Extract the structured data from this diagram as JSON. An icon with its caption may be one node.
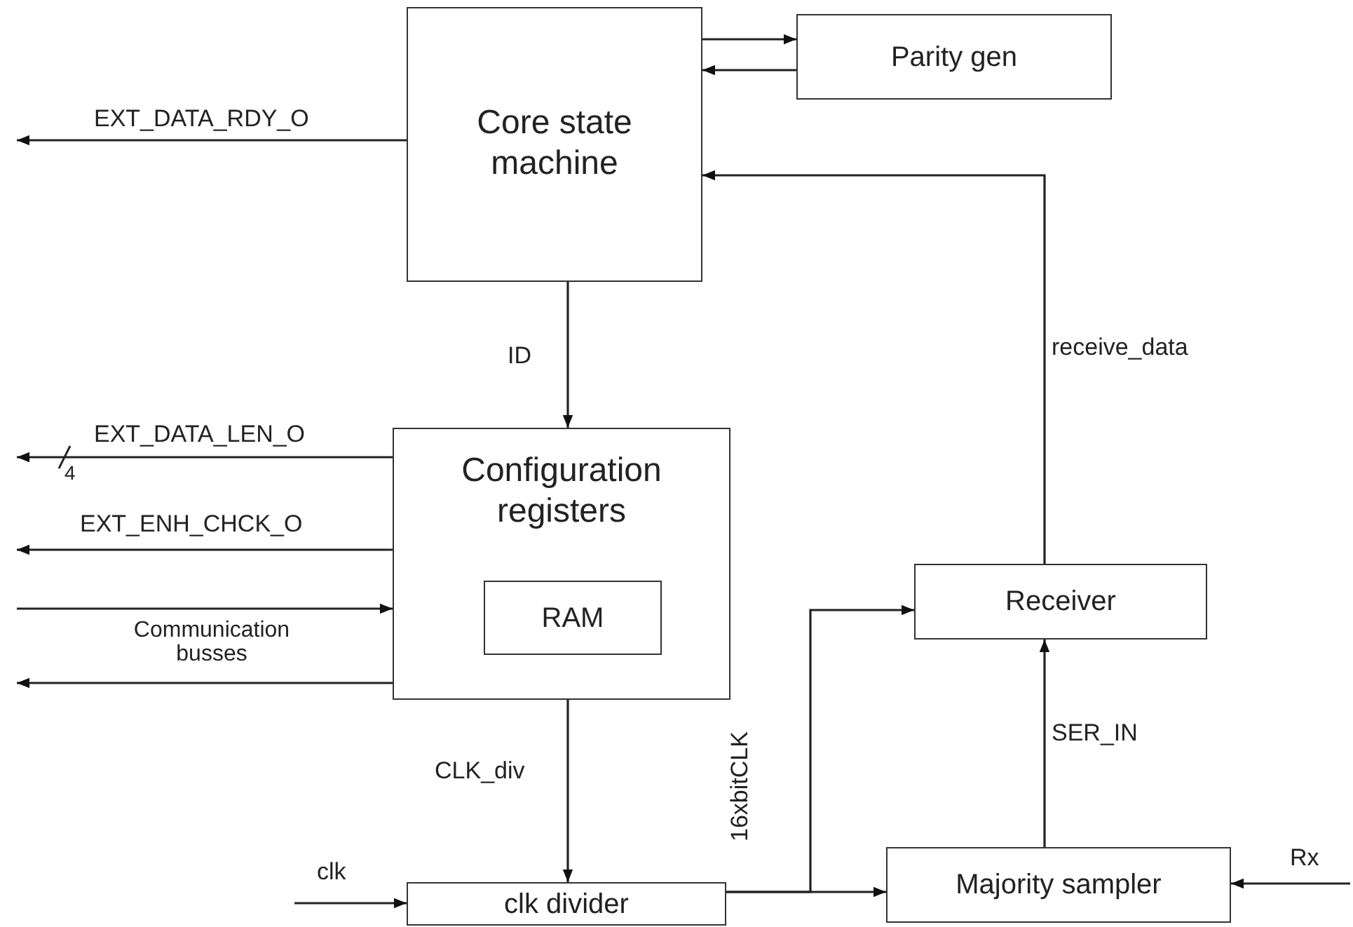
{
  "diagram": {
    "nodes": [
      {
        "text": [
          "Core state machine"
        ]
      },
      {
        "text": [
          "Parity gen"
        ]
      },
      {
        "text": [
          "Configuration registers"
        ]
      },
      {
        "text": [
          "RAM"
        ],
        "in": 2
      },
      {
        "text": [
          "Receiver"
        ]
      },
      {
        "text": [
          "clk divider"
        ]
      },
      {
        "text": [
          "Majority sampler"
        ]
      }
    ],
    "edges": [
      {
        "from": 0,
        "to": 1,
        "arrow": "to"
      },
      {
        "from": 1,
        "to": 0,
        "arrow": "to"
      },
      {
        "from": 0,
        "to": null,
        "arrow": "to",
        "label": "EXT_DATA_RDY_O"
      },
      {
        "from": 0,
        "to": 2,
        "arrow": "to",
        "label": "ID"
      },
      {
        "from": 2,
        "to": null,
        "arrow": "to",
        "label": "EXT_DATA_LEN_O"
      },
      {
        "from": 2,
        "to": null,
        "arrow": "to",
        "label": "EXT_ENH_CHCK_O"
      },
      {
        "from": null,
        "to": 2,
        "arrow": "to"
      },
      {
        "from": 2,
        "to": null,
        "arrow": "to"
      },
      {
        "from": 2,
        "to": 5,
        "arrow": "to",
        "label": "CLK_div"
      },
      {
        "from": null,
        "to": 5,
        "arrow": "to",
        "label": "clk"
      },
      {
        "from": 5,
        "to": 6,
        "arrow": "to"
      },
      {
        "from": 5,
        "to": 4,
        "arrow": "to",
        "label": "16xbitCLK"
      },
      {
        "from": null,
        "to": 6,
        "arrow": "to",
        "label": "Rx"
      },
      {
        "from": 6,
        "to": 4,
        "arrow": "to",
        "label": "SER_IN"
      },
      {
        "from": 4,
        "to": 0,
        "arrow": "to",
        "label": "receive_data"
      }
    ],
    "labels": [
      "4",
      "Communication busses"
    ]
  }
}
